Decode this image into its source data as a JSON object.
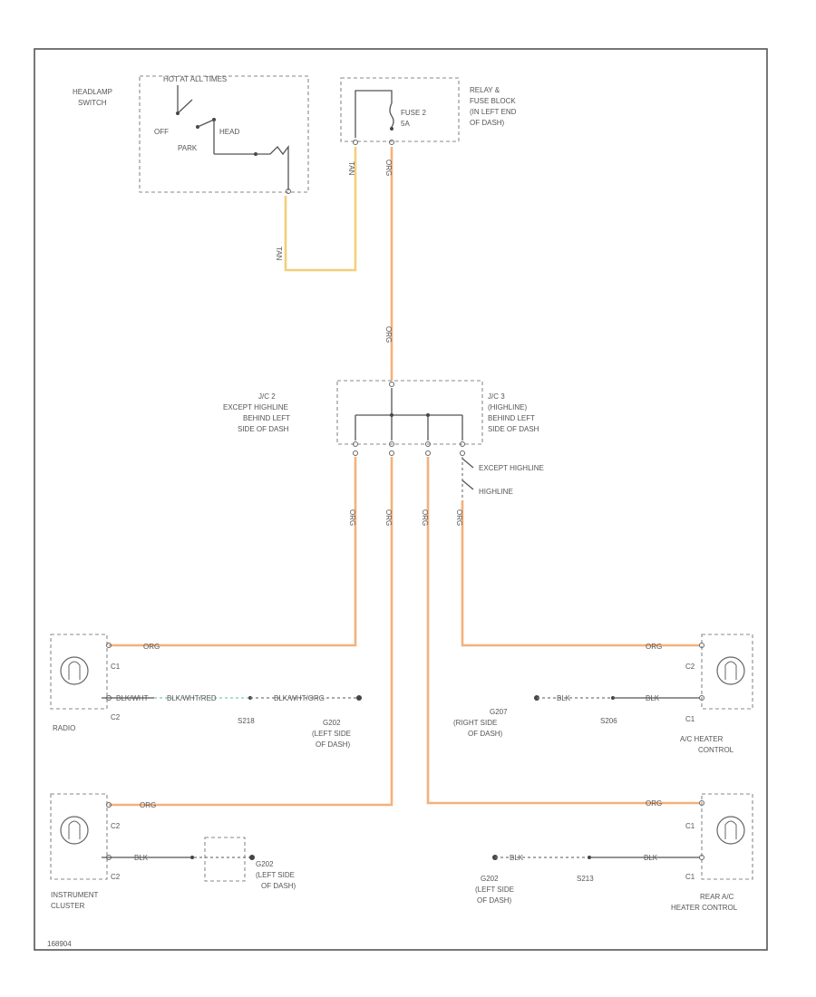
{
  "labels": {
    "headlamp_switch": [
      "HEADLAMP",
      "SWITCH"
    ],
    "hot_at_all_times": "HOT AT ALL TIMES",
    "off": "OFF",
    "head": "HEAD",
    "park": "PARK",
    "relay_fuse_block": [
      "RELAY &",
      "FUSE BLOCK",
      "(IN LEFT END",
      "OF DASH)"
    ],
    "fuse": [
      "FUSE 2",
      "5A"
    ],
    "jc2": [
      "J/C 2",
      "EXCEPT HIGHLINE",
      "BEHIND LEFT",
      "SIDE OF DASH"
    ],
    "jc3": [
      "J/C 3",
      "(HIGHLINE)",
      "BEHIND LEFT",
      "SIDE OF DASH"
    ],
    "except_highline": "EXCEPT HIGHLINE",
    "highline": "HIGHLINE",
    "radio": "RADIO",
    "c1": "C1",
    "c2": "C2",
    "s218": "S218",
    "g202_radio": [
      "G202",
      "(LEFT SIDE",
      "OF DASH)"
    ],
    "g207": [
      "G207",
      "(RIGHT SIDE",
      "OF DASH)"
    ],
    "s206": "S206",
    "ac_heater_control": [
      "A/C HEATER",
      "CONTROL"
    ],
    "instrument_cluster": [
      "INSTRUMENT",
      "CLUSTER"
    ],
    "g202_cluster": [
      "G202",
      "(LEFT SIDE",
      "OF DASH)"
    ],
    "g202_rear": [
      "G202",
      "(LEFT SIDE",
      "OF DASH)"
    ],
    "s213": "S213",
    "rear_ac_heater_control": [
      "REAR A/C",
      "HEATER CONTROL"
    ],
    "wire_org": "ORG",
    "wire_tan": "TAN",
    "wire_blk": "BLK",
    "wire_blk_wht": "BLK/WHT",
    "wire_blk_wht_red": "BLK/WHT/RED",
    "wire_blk_wht_org": "BLK/WHT/ORG",
    "figure_id": "168904"
  }
}
